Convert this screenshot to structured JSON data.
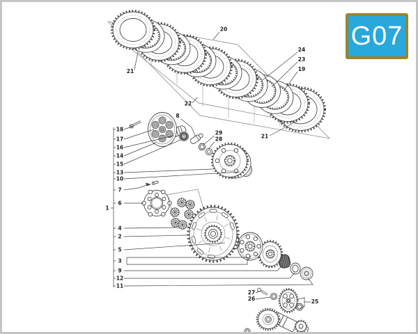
{
  "badge": {
    "label": "G07",
    "background": "#29a8dc",
    "border_color": "#9d8426",
    "text_color": "#ffffff"
  },
  "callouts": {
    "c1": "1",
    "c2": "2",
    "c3": "3",
    "c4": "4",
    "c5": "5",
    "c6": "6",
    "c7": "7",
    "c8": "8",
    "c9": "9",
    "c10": "10",
    "c11": "11",
    "c12": "12",
    "c13": "13",
    "c14": "14",
    "c15": "15",
    "c16": "16",
    "c17": "17",
    "c18": "18",
    "c19": "19",
    "c20": "20",
    "c21": "21",
    "c22": "22",
    "c23": "23",
    "c24": "24",
    "c25": "25",
    "c26": "26",
    "c27": "27",
    "c28": "28",
    "c29": "29"
  },
  "colors": {
    "line": "#474747",
    "light_line": "#8a8a8a",
    "frame_border": "#c4c4c4",
    "dark_fill": "#525252"
  }
}
